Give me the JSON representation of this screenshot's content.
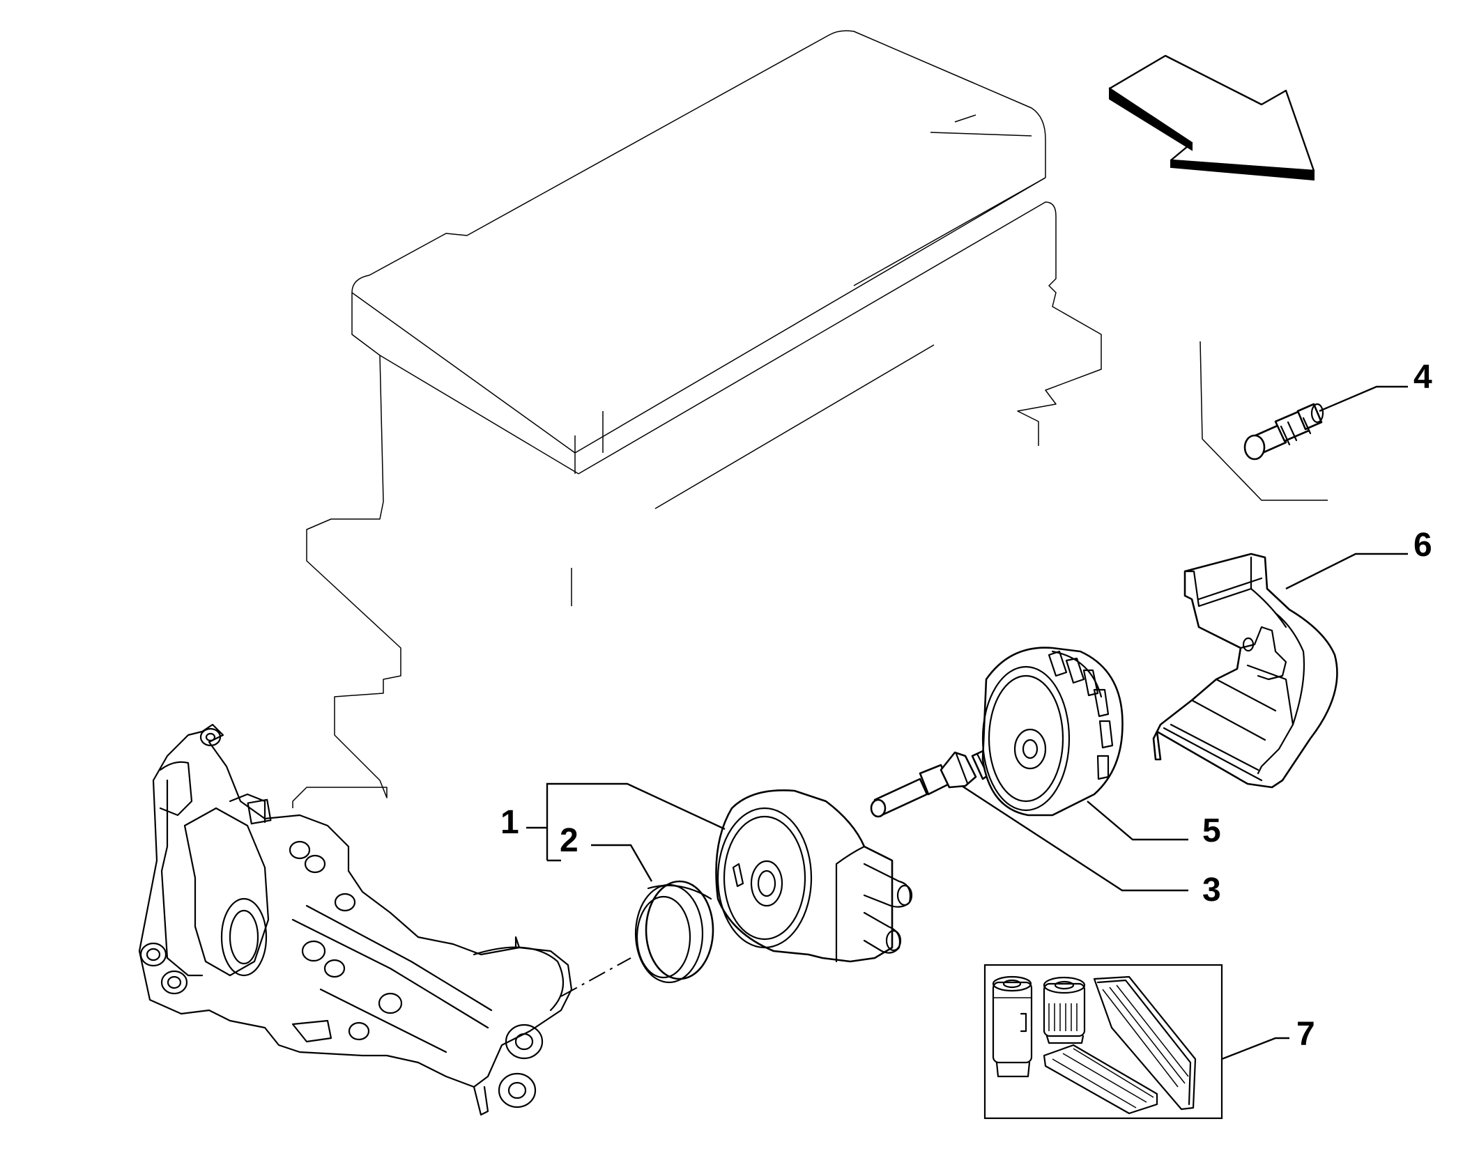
{
  "callouts": {
    "c1": "1",
    "c2": "2",
    "c3": "3",
    "c4": "4",
    "c5": "5",
    "c6": "6",
    "c7": "7"
  },
  "icons": {
    "direction": "direction-arrow-icon"
  },
  "colors": {
    "line": "#000000",
    "background": "#ffffff"
  }
}
